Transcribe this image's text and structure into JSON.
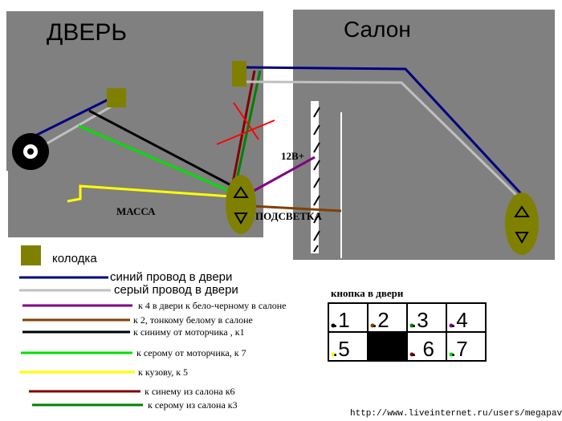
{
  "panels": {
    "door_title": "ДВЕРЬ",
    "cabin_title": "Салон"
  },
  "labels": {
    "power": "12В+",
    "ground": "МАССА",
    "backlight": "ПОДСВЕТКА"
  },
  "colors": {
    "panel_gray": "#808080",
    "connector": "#808000",
    "blue": "#000080",
    "gray": "#c0c0c0",
    "purple": "#800080",
    "brown": "#804000",
    "black": "#000000",
    "green": "#00e000",
    "yellow": "#ffff00",
    "dark_red": "#800000",
    "dark_green": "#008000",
    "red": "#ff0000"
  },
  "legend": {
    "connector_label": "колодка",
    "items": [
      {
        "color": "#000080",
        "text": "синий провод в двери"
      },
      {
        "color": "#c0c0c0",
        "text": "серый провод в двери"
      },
      {
        "color": "#800080",
        "text": "к 4 в двери к бело-черному в салоне"
      },
      {
        "color": "#804000",
        "text": "к 2, тонкому белому в салоне"
      },
      {
        "color": "#000000",
        "text": "к синиму от моторчика , к1"
      },
      {
        "color": "#00e000",
        "text": "к серому от моторчика, к 7"
      },
      {
        "color": "#ffff00",
        "text": "к кузову, к 5"
      },
      {
        "color": "#800000",
        "text": "к синему из салона к6"
      },
      {
        "color": "#008000",
        "text": "к серому из салона к3"
      }
    ]
  },
  "pinout": {
    "title": "кнопка в двери",
    "pins": [
      {
        "label": ".1",
        "dot": "#000000"
      },
      {
        "label": ".2",
        "dot": "#804000"
      },
      {
        "label": ".3",
        "dot": "#008000"
      },
      {
        "label": ".4",
        "dot": "#800080"
      },
      {
        "label": ".5",
        "dot": "#ffff00"
      },
      {
        "label": "",
        "dot": ""
      },
      {
        "label": ". 6",
        "dot": "#800000"
      },
      {
        "label": ".7",
        "dot": "#00e000"
      }
    ]
  },
  "footer": {
    "url": "http://www.liveinternet.ru/users/megapavel/"
  }
}
